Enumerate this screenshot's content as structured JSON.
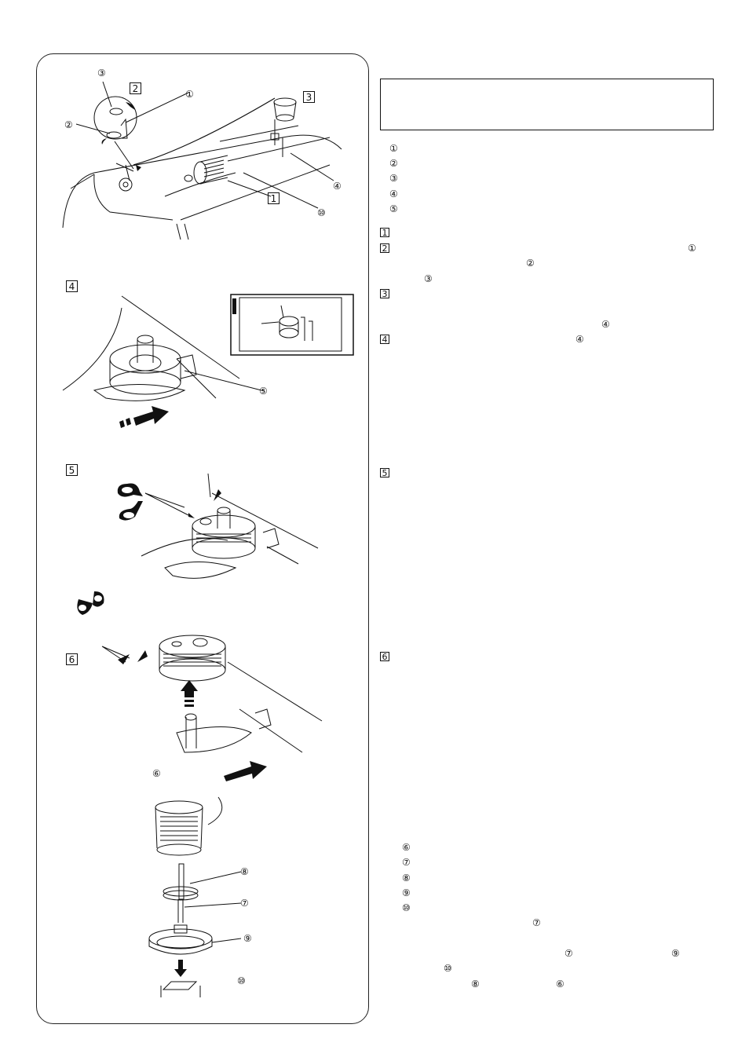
{
  "figure_labels": {
    "c1": "①",
    "c2": "②",
    "c3": "③",
    "c4": "④",
    "c5": "⑤",
    "c6": "⑥",
    "c7": "⑦",
    "c8": "⑧",
    "c9": "⑨",
    "c10": "⑩",
    "s1": "1",
    "s2": "2",
    "s3": "3",
    "s4": "4",
    "s5": "5",
    "s6": "6"
  },
  "right_column": {
    "parts_list": [
      "①",
      "②",
      "③",
      "④",
      "⑤"
    ],
    "steps": [
      "1",
      "2",
      "3",
      "4",
      "5",
      "6"
    ],
    "step2_refs": [
      "①",
      "②",
      "③"
    ],
    "step3_ref": "④",
    "step4_ref": "④",
    "parts_list_2": [
      "⑥",
      "⑦",
      "⑧",
      "⑨",
      "⑩"
    ],
    "final_refs": [
      "⑦",
      "⑦",
      "⑨",
      "⑩",
      "⑧",
      "⑥"
    ]
  }
}
